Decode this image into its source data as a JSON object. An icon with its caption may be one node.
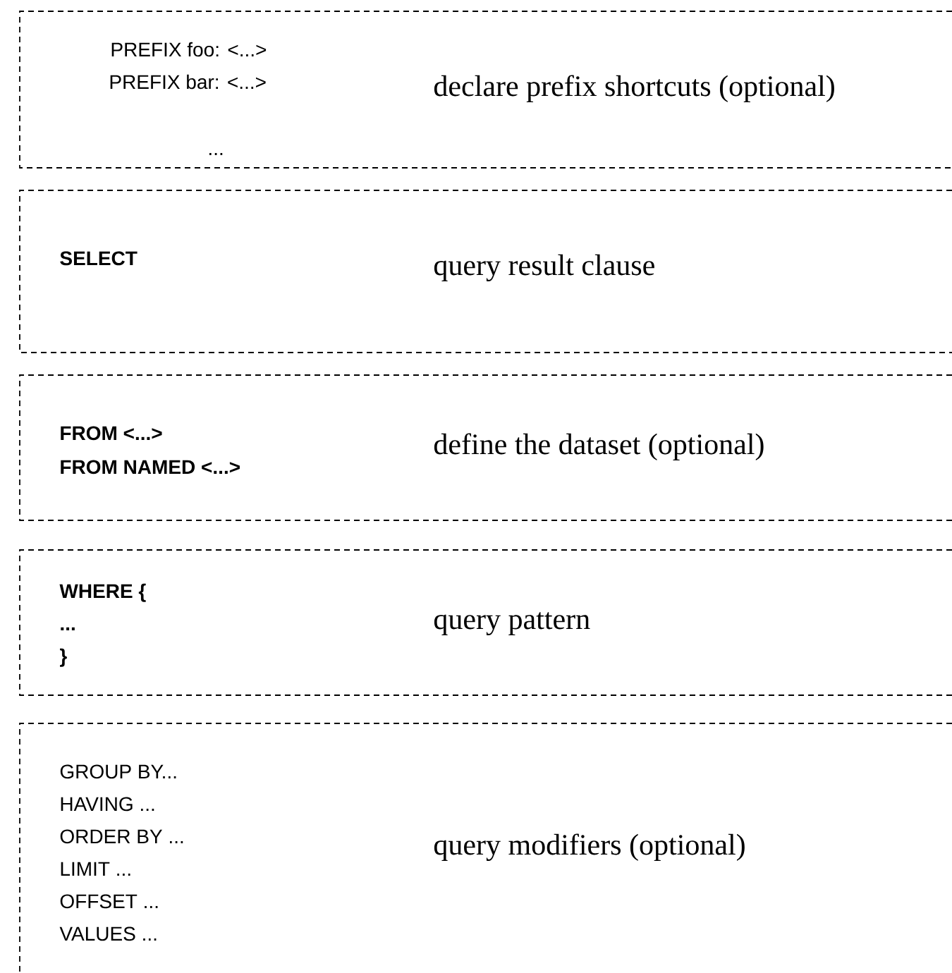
{
  "diagram": {
    "nodes": [
      {
        "text": [
          "PREFIX foo: <...>",
          "PREFIX bar: <...>",
          "...",
          "declare prefix shortcuts (optional)"
        ]
      },
      {
        "text": [
          "SELECT",
          "query result clause"
        ]
      },
      {
        "text": [
          "FROM <...>",
          "FROM NAMED <...>",
          "define the dataset (optional)"
        ]
      },
      {
        "text": [
          "WHERE {",
          "...",
          "}",
          "query pattern"
        ]
      },
      {
        "text": [
          "GROUP BY...",
          "HAVING ...",
          "ORDER BY ...",
          "LIMIT ...",
          "OFFSET ...",
          "VALUES ...",
          "query modifiers (optional)"
        ]
      }
    ]
  }
}
